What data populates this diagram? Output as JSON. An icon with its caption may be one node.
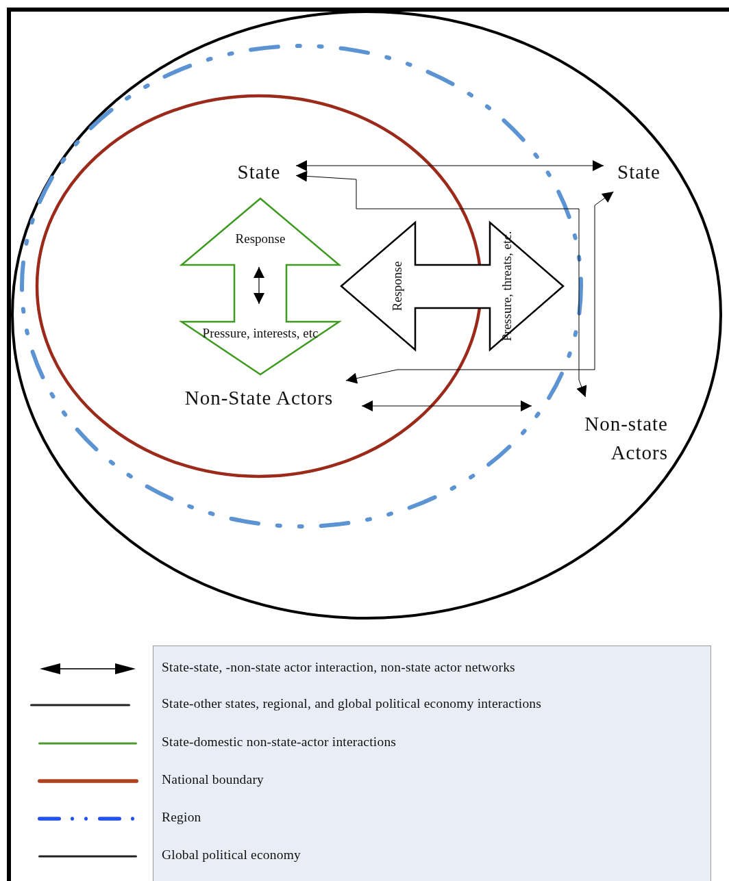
{
  "diagram": {
    "nodes": [
      {
        "text": [
          "State"
        ]
      },
      {
        "text": [
          "State"
        ]
      },
      {
        "text": [
          "Non-State Actors"
        ]
      },
      {
        "text": [
          "Non-state Actors"
        ]
      },
      {
        "text": [
          "Response",
          "Pressure, interests, etc"
        ]
      },
      {
        "text": [
          "Response",
          "Pressure, threats, etc."
        ]
      }
    ],
    "edges": [
      {
        "from": 0,
        "to": 1,
        "arrow": "both"
      },
      {
        "from": 0,
        "to": 3,
        "arrow": "both"
      },
      {
        "from": 2,
        "to": 1,
        "arrow": "both"
      },
      {
        "from": 2,
        "to": 3,
        "arrow": "both"
      }
    ],
    "legend": [
      {
        "text": "State-state, -non-state actor interaction, non-state actor networks",
        "color": "#000000"
      },
      {
        "text": "State-other states, regional, and global political economy interactions",
        "color": "#222222"
      },
      {
        "text": "State-domestic non-state-actor interactions",
        "color": "#4b9a2e"
      },
      {
        "text": "National boundary",
        "color": "#b0431f"
      },
      {
        "text": "Region",
        "color": "#2151f0"
      },
      {
        "text": "Global political economy",
        "color": "#222222"
      }
    ]
  }
}
